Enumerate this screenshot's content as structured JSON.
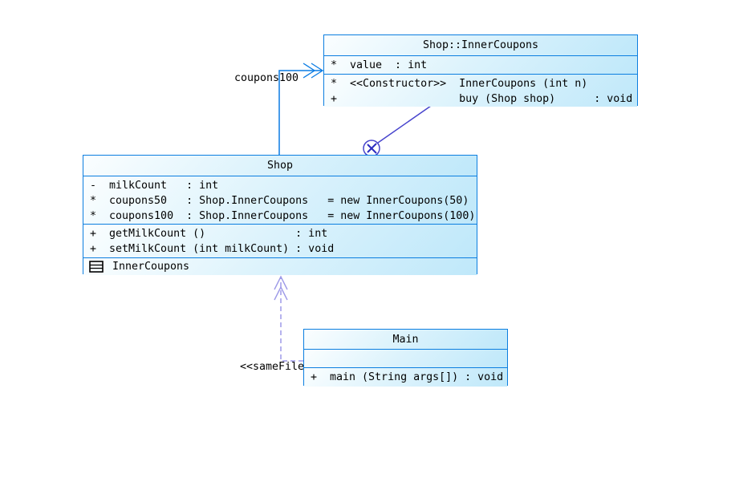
{
  "diagram": {
    "type": "uml-class-diagram",
    "colors": {
      "box_border": "#0b7ee0",
      "box_fill_top": "#fbfeff",
      "box_fill_bottom": "#bfe8fa",
      "association_line": "#0a7ce4",
      "anchor_line": "#4744cd",
      "anchor_cross": "#2d2dc0",
      "dependency_line": "#9e9ae8",
      "text": "#000000"
    },
    "classes": {
      "innerCoupons": {
        "title": "Shop::InnerCoupons",
        "attributes": [
          "*  value  : int"
        ],
        "methods": [
          "*  <<Constructor>>  InnerCoupons (int n)",
          "+                   buy (Shop shop)      : void"
        ]
      },
      "shop": {
        "title": "Shop",
        "attributes": [
          "-  milkCount   : int",
          "*  coupons50   : Shop.InnerCoupons   = new InnerCoupons(50)",
          "*  coupons100  : Shop.InnerCoupons   = new InnerCoupons(100)"
        ],
        "methods": [
          "+  getMilkCount ()              : int",
          "+  setMilkCount (int milkCount) : void"
        ],
        "nested_classes": [
          "InnerCoupons"
        ]
      },
      "main": {
        "title": "Main",
        "attributes": [],
        "methods": [
          "+  main (String args[]) : void"
        ]
      }
    },
    "connectors": {
      "coupons100_association": {
        "label": "coupons100",
        "style": "solid",
        "arrow": "open-double-chevron",
        "color": "#0a7ce4",
        "from": "Shop",
        "to": "Shop::InnerCoupons"
      },
      "anchor": {
        "symbol": "circled-x",
        "style": "solid",
        "color": "#4744cd",
        "cross_color": "#2d2dc0",
        "from": "Shop",
        "to": "Shop::InnerCoupons"
      },
      "sameFile_dependency": {
        "label": "<<sameFile",
        "style": "dashed",
        "arrow": "open-double-chevron",
        "color": "#9e9ae8",
        "from": "Main",
        "to": "Shop"
      }
    }
  }
}
